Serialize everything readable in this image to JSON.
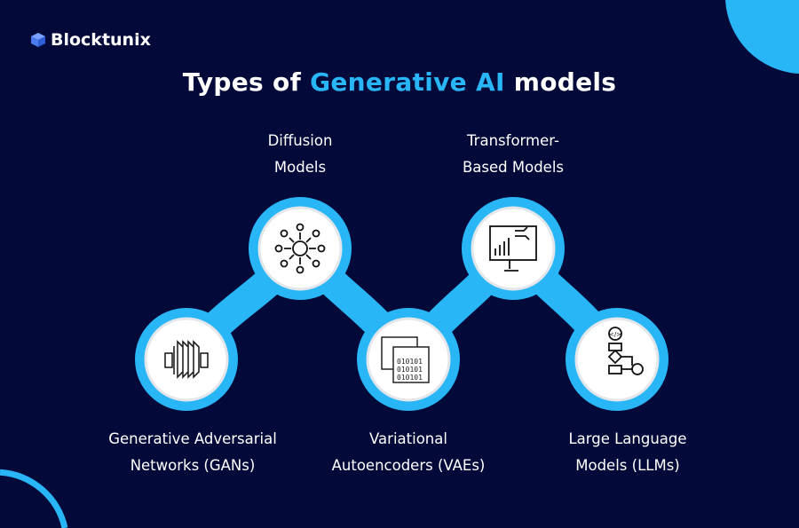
{
  "brand": {
    "name": "Blocktunix",
    "logo_icon": "cube-icon"
  },
  "title": {
    "prefix": "Types of ",
    "highlight": "Generative AI",
    "suffix": " models"
  },
  "colors": {
    "background": "#030a3a",
    "accent": "#29b6f6",
    "logo": "#4a7cf0"
  },
  "models": [
    {
      "line1": "Generative Adversarial",
      "line2": "Networks (GANs)",
      "icon": "gan-layers-icon"
    },
    {
      "line1": "Diffusion",
      "line2": "Models",
      "icon": "diffusion-radial-icon"
    },
    {
      "line1": "Variational",
      "line2": "Autoencoders (VAEs)",
      "icon": "binary-windows-icon",
      "binary": "010101"
    },
    {
      "line1": "Transformer-",
      "line2": "Based Models",
      "icon": "monitor-chart-icon"
    },
    {
      "line1": "Large Language",
      "line2": "Models (LLMs)",
      "icon": "code-flowchart-icon",
      "code": "</>"
    }
  ]
}
